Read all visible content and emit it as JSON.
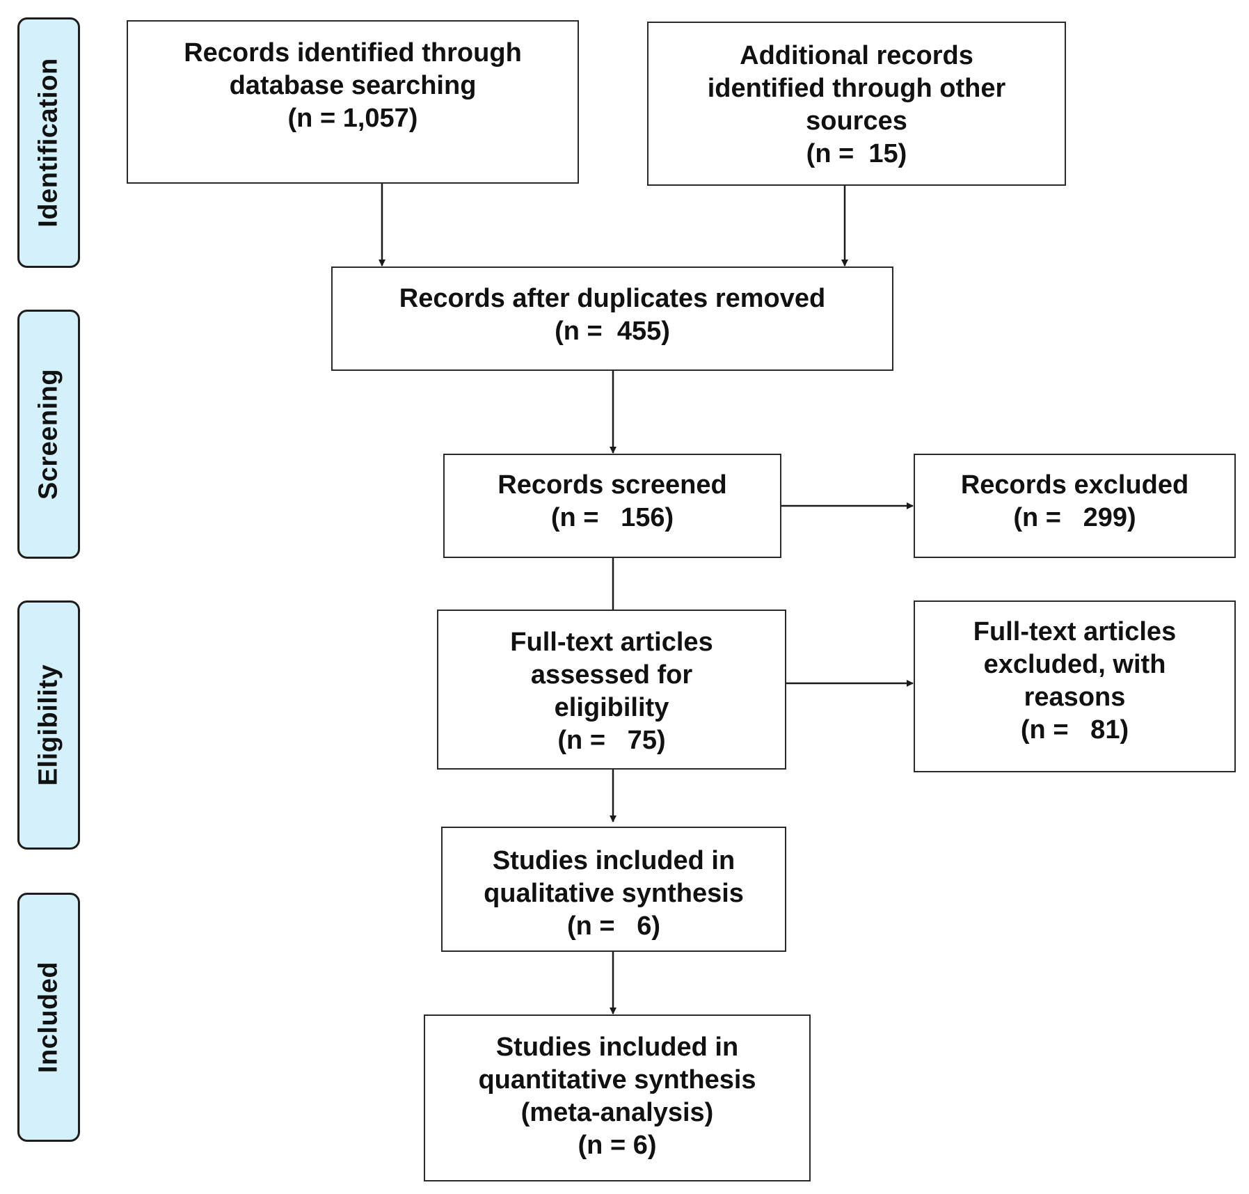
{
  "phases": {
    "identification": "Identification",
    "screening": "Screening",
    "eligibility": "Eligibility",
    "included": "Included"
  },
  "boxes": {
    "database": {
      "lines": [
        "Records identified through",
        "database searching",
        "(n = 1,057)"
      ]
    },
    "other_sources": {
      "lines": [
        "Additional records",
        "identified through other",
        "sources",
        "(n =  15)"
      ]
    },
    "after_duplicates": {
      "lines": [
        "Records after duplicates removed",
        "(n =  455)"
      ]
    },
    "screened": {
      "lines": [
        "Records screened",
        "(n =   156)"
      ]
    },
    "excluded": {
      "lines": [
        "Records excluded",
        "(n =   299)"
      ]
    },
    "fulltext_assessed": {
      "lines": [
        "Full-text articles",
        "assessed for",
        "eligibility",
        "(n =   75)"
      ]
    },
    "fulltext_excluded": {
      "lines": [
        "Full-text articles",
        "excluded, with",
        "reasons",
        "(n =   81)"
      ]
    },
    "qualitative": {
      "lines": [
        "Studies included in",
        "qualitative synthesis",
        "(n =   6)"
      ]
    },
    "quantitative": {
      "lines": [
        "Studies included in",
        "quantitative synthesis",
        "(meta-analysis)",
        "(n = 6)"
      ]
    }
  }
}
